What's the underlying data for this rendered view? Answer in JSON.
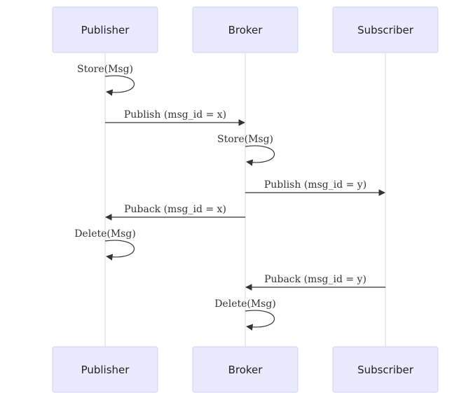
{
  "participants": {
    "publisher": {
      "label": "Publisher"
    },
    "broker": {
      "label": "Broker"
    },
    "subscriber": {
      "label": "Subscriber"
    }
  },
  "messages": [
    {
      "from": "publisher",
      "to": "publisher",
      "label": "Store(Msg)"
    },
    {
      "from": "publisher",
      "to": "broker",
      "label": "Publish (msg_id = x)"
    },
    {
      "from": "broker",
      "to": "broker",
      "label": "Store(Msg)"
    },
    {
      "from": "broker",
      "to": "subscriber",
      "label": "Publish (msg_id = y)"
    },
    {
      "from": "broker",
      "to": "publisher",
      "label": "Puback (msg_id = x)"
    },
    {
      "from": "publisher",
      "to": "publisher",
      "label": "Delete(Msg)"
    },
    {
      "from": "subscriber",
      "to": "broker",
      "label": "Puback (msg_id = y)"
    },
    {
      "from": "broker",
      "to": "broker",
      "label": "Delete(Msg)"
    }
  ]
}
